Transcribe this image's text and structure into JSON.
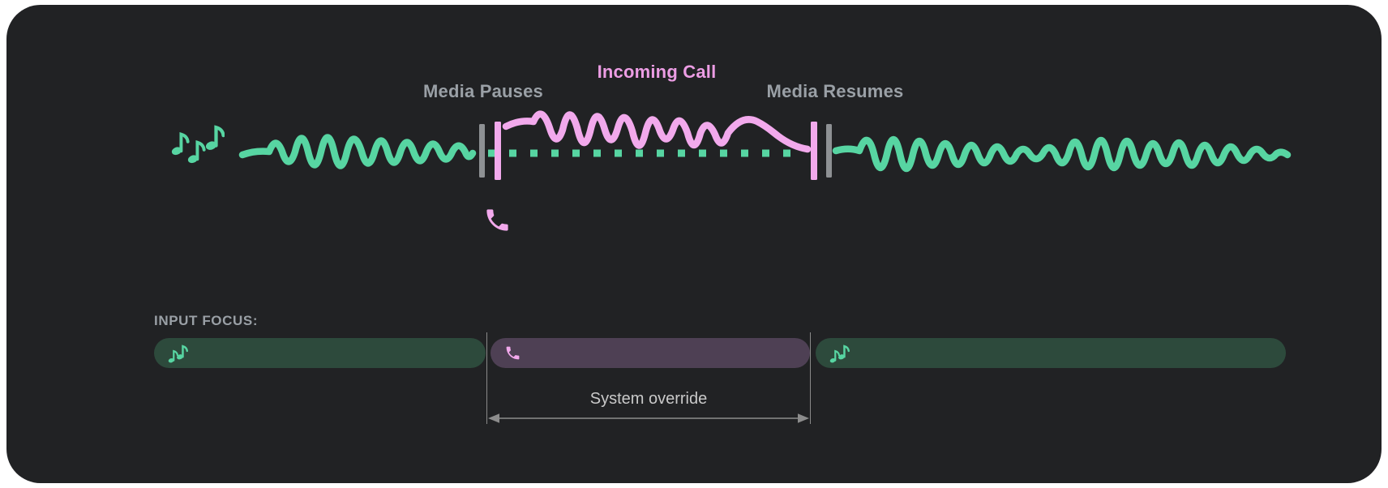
{
  "diagram": {
    "title_context": "Incoming call interrupting media playback",
    "timeline": {
      "incoming_call_label": "Incoming Call",
      "media_pauses_label": "Media Pauses",
      "media_resumes_label": "Media Resumes",
      "segments": [
        {
          "name": "media-playing",
          "icon": "music-notes-icon",
          "style": "solid-wave",
          "color": "#57D5A2"
        },
        {
          "name": "incoming-call",
          "icon": "phone-icon",
          "style": "solid-wave",
          "color": "#F2A9EC"
        },
        {
          "name": "media-paused",
          "icon": null,
          "style": "dotted-line",
          "color": "#57D5A2"
        },
        {
          "name": "media-resumed",
          "icon": "music-notes-icon",
          "style": "solid-wave",
          "color": "#57D5A2"
        }
      ],
      "markers": [
        {
          "name": "pause-marker",
          "colors": [
            "#8E9194",
            "#F2A9EC"
          ]
        },
        {
          "name": "resume-marker",
          "colors": [
            "#F2A9EC",
            "#8E9194"
          ]
        }
      ]
    },
    "input_focus": {
      "label": "INPUT FOCUS:",
      "bars": [
        {
          "name": "media",
          "icon": "music-notes-icon",
          "color": "#2D4A3C"
        },
        {
          "name": "call",
          "icon": "phone-icon",
          "color": "#4E4054"
        },
        {
          "name": "media",
          "icon": "music-notes-icon",
          "color": "#2D4A3C"
        }
      ],
      "annotation": "System override"
    },
    "colors": {
      "panel_background": "#212224",
      "media_green": "#57D5A2",
      "call_pink": "#F2A9EC",
      "call_text_pink": "#EC9DE4",
      "label_gray": "#9AA0A6",
      "marker_gray": "#8E9194",
      "annotation_gray": "#C9C9C9"
    }
  }
}
